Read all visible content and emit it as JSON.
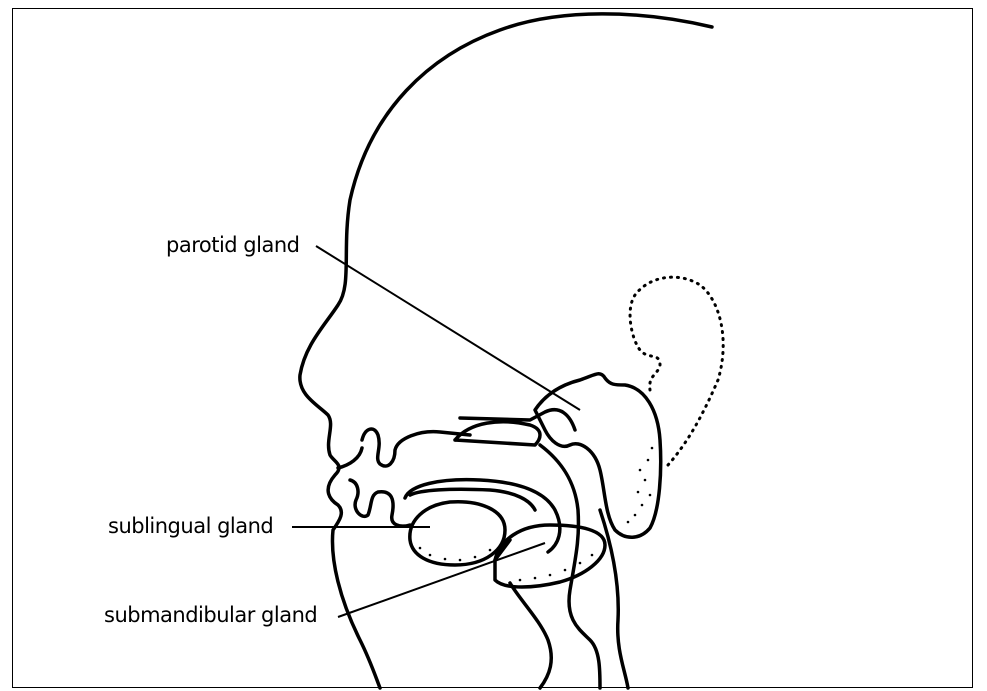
{
  "diagram": {
    "labels": {
      "parotid": "parotid gland",
      "sublingual": "sublingual gland",
      "submandibular": "submandibular gland"
    },
    "colors": {
      "ink": "#000000",
      "background": "#ffffff"
    }
  }
}
